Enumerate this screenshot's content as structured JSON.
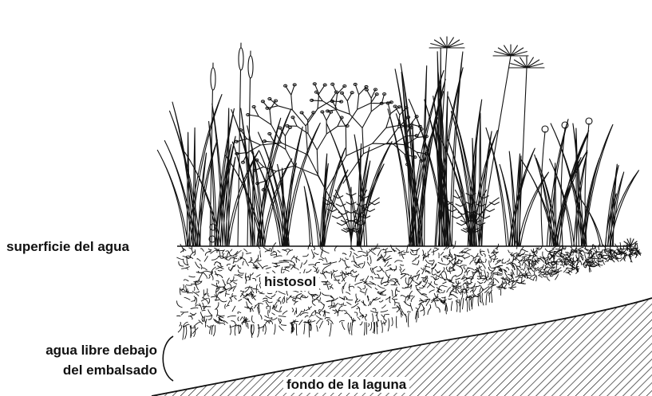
{
  "labels": {
    "water_surface": "superficie del agua",
    "histosol": "histosol",
    "free_water_line1": "agua libre debajo",
    "free_water_line2": "del embalsado",
    "lagoon_bottom": "fondo de la laguna"
  },
  "colors": {
    "ink": "#111111",
    "background": "#ffffff"
  }
}
